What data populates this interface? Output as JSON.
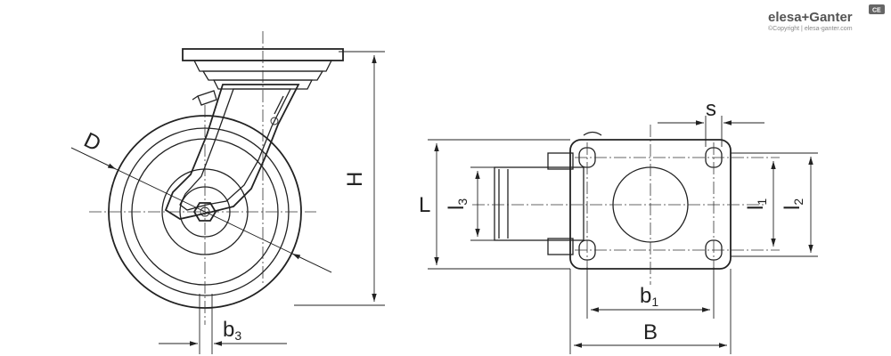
{
  "logo": {
    "brand": "elesa+Ganter",
    "copyright": "©Copyright | elesa-ganter.com",
    "badge": "CE"
  },
  "dimensions": {
    "D": "D",
    "H": "H",
    "b3": {
      "main": "b",
      "sub": "3"
    },
    "s": "s",
    "L": "L",
    "l3": {
      "main": "l",
      "sub": "3"
    },
    "l1": {
      "main": "l",
      "sub": "1"
    },
    "l2": {
      "main": "l",
      "sub": "2"
    },
    "b1": {
      "main": "b",
      "sub": "1"
    },
    "B": "B"
  }
}
